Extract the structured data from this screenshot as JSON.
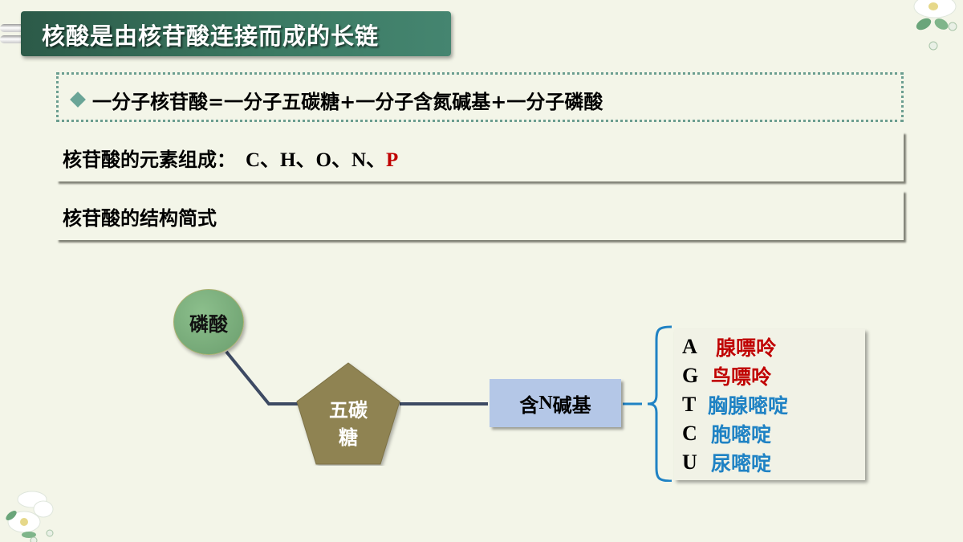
{
  "title": "核酸是由核苷酸连接而成的长链",
  "formula": {
    "bullet_icon": "diamond-icon",
    "text": "一分子核苷酸=一分子五碳糖+一分子含氮碱基+一分子磷酸"
  },
  "composition": {
    "label": "核苷酸的元素组成：",
    "elements_plain": "C、H、O、N、",
    "element_highlight": "P"
  },
  "structure": {
    "label": "核苷酸的结构简式"
  },
  "diagram": {
    "phosphate": "磷酸",
    "sugar_line1": "五碳",
    "sugar_line2": "糖",
    "base_prefix": "含",
    "base_n": "N",
    "base_suffix": "碱基",
    "bases": [
      {
        "letter": "A",
        "name": "腺嘌呤",
        "type": "purine"
      },
      {
        "letter": "G",
        "name": "鸟嘌呤",
        "type": "purine"
      },
      {
        "letter": "T",
        "name": "胸腺嘧啶",
        "type": "pyrimidine"
      },
      {
        "letter": "C",
        "name": "胞嘧啶",
        "type": "pyrimidine"
      },
      {
        "letter": "U",
        "name": "尿嘧啶",
        "type": "pyrimidine"
      }
    ]
  },
  "colors": {
    "title_bg": "#3b7a63",
    "highlight_red": "#c00000",
    "pyrimidine_blue": "#1f82c4",
    "phosphate_green": "#75a877",
    "sugar_olive": "#8f8352",
    "base_blue": "#b4c7e7",
    "connector": "#3d4a63"
  }
}
